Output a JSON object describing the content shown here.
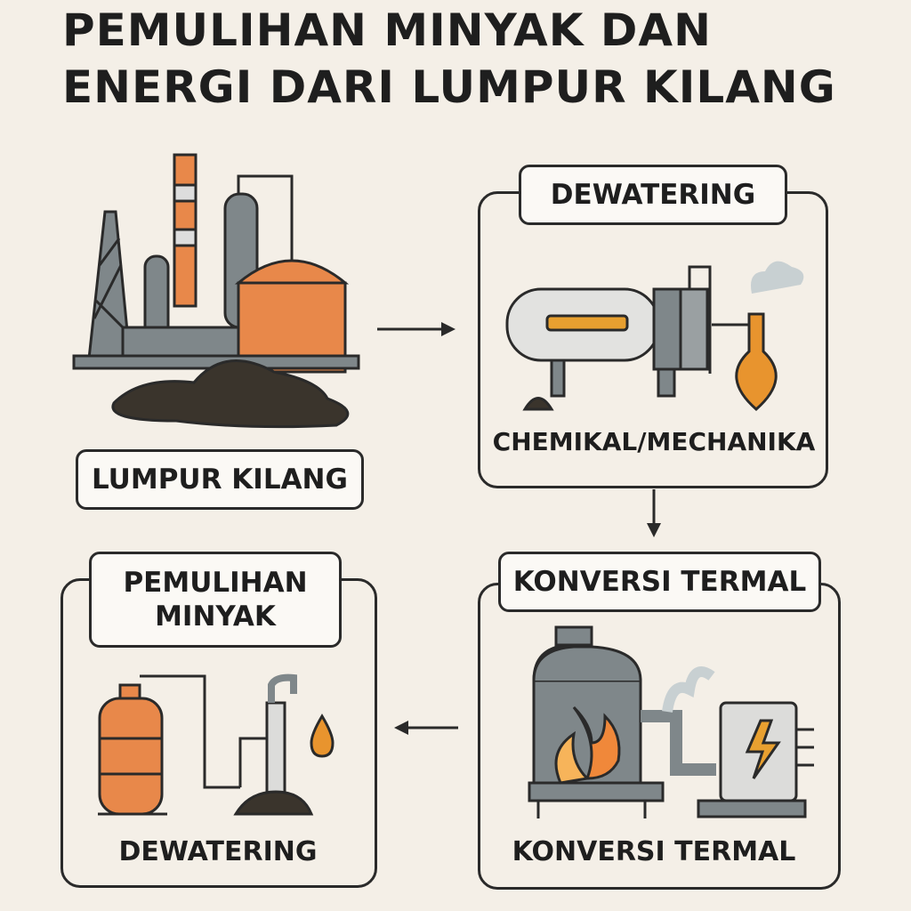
{
  "title": {
    "line1": "PEMULIHAN MINYAK DAN",
    "line2": "ENERGI DARI LUMPUR KILANG"
  },
  "source": {
    "label": "LUMPUR KILANG"
  },
  "dewatering_panel": {
    "tab": "DEWATERING",
    "caption": "CHEMIKAL/MECHANIKA"
  },
  "thermal_panel": {
    "tab": "KONVERSI TERMAL",
    "caption": "KONVERSI TERMAL"
  },
  "recovery_panel": {
    "tab_line1": "PEMULIHAN",
    "tab_line2": "MINYAK",
    "caption": "DEWATERING"
  },
  "colors": {
    "background": "#f4efe7",
    "orange": "#e8884a",
    "gray": "#7f878a",
    "sludge": "#3a342c",
    "outline": "#2a2a2a"
  }
}
